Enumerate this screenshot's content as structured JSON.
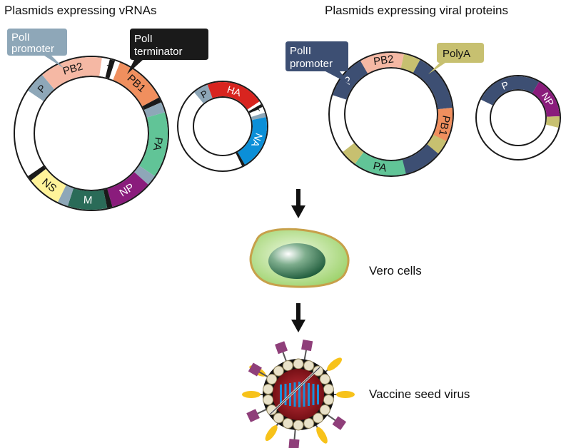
{
  "headings": {
    "left": "Plasmids expressing vRNAs",
    "right": "Plasmids expressing viral proteins"
  },
  "callouts": {
    "pol1_promoter": [
      "PolI",
      "promoter"
    ],
    "pol1_terminator": [
      "PolI",
      "terminator"
    ],
    "pol2_promoter": [
      "PolII",
      "promoter"
    ],
    "polya": "PolyA"
  },
  "segments": {
    "p": "P",
    "t": "T",
    "pb2": "PB2",
    "pb1": "PB1",
    "pa": "PA",
    "np": "NP",
    "m": "M",
    "ns": "NS",
    "ha": "HA",
    "na": "NA"
  },
  "steps": {
    "cells": "Vero cells",
    "virus": "Vaccine seed virus"
  },
  "colors": {
    "promoter_grey": "#8ea7b8",
    "pb2_pink": "#f5b8a4",
    "pb1_orange": "#f08f5e",
    "pa_green": "#61c497",
    "np_purple": "#8a1c7c",
    "m_teal": "#2a6b58",
    "ns_yellow": "#fff39a",
    "ha_red": "#d8241f",
    "na_blue": "#0b8fd8",
    "pol2_navy": "#3d4f73",
    "polya_olive": "#c7c070",
    "terminator_black": "#1a1a1a",
    "cell_green": "#b9e28a",
    "cell_border": "#c7a04a",
    "virus_red": "#a0151b",
    "spike_yellow": "#f7c21a",
    "spike_purple": "#8f3f7a"
  }
}
